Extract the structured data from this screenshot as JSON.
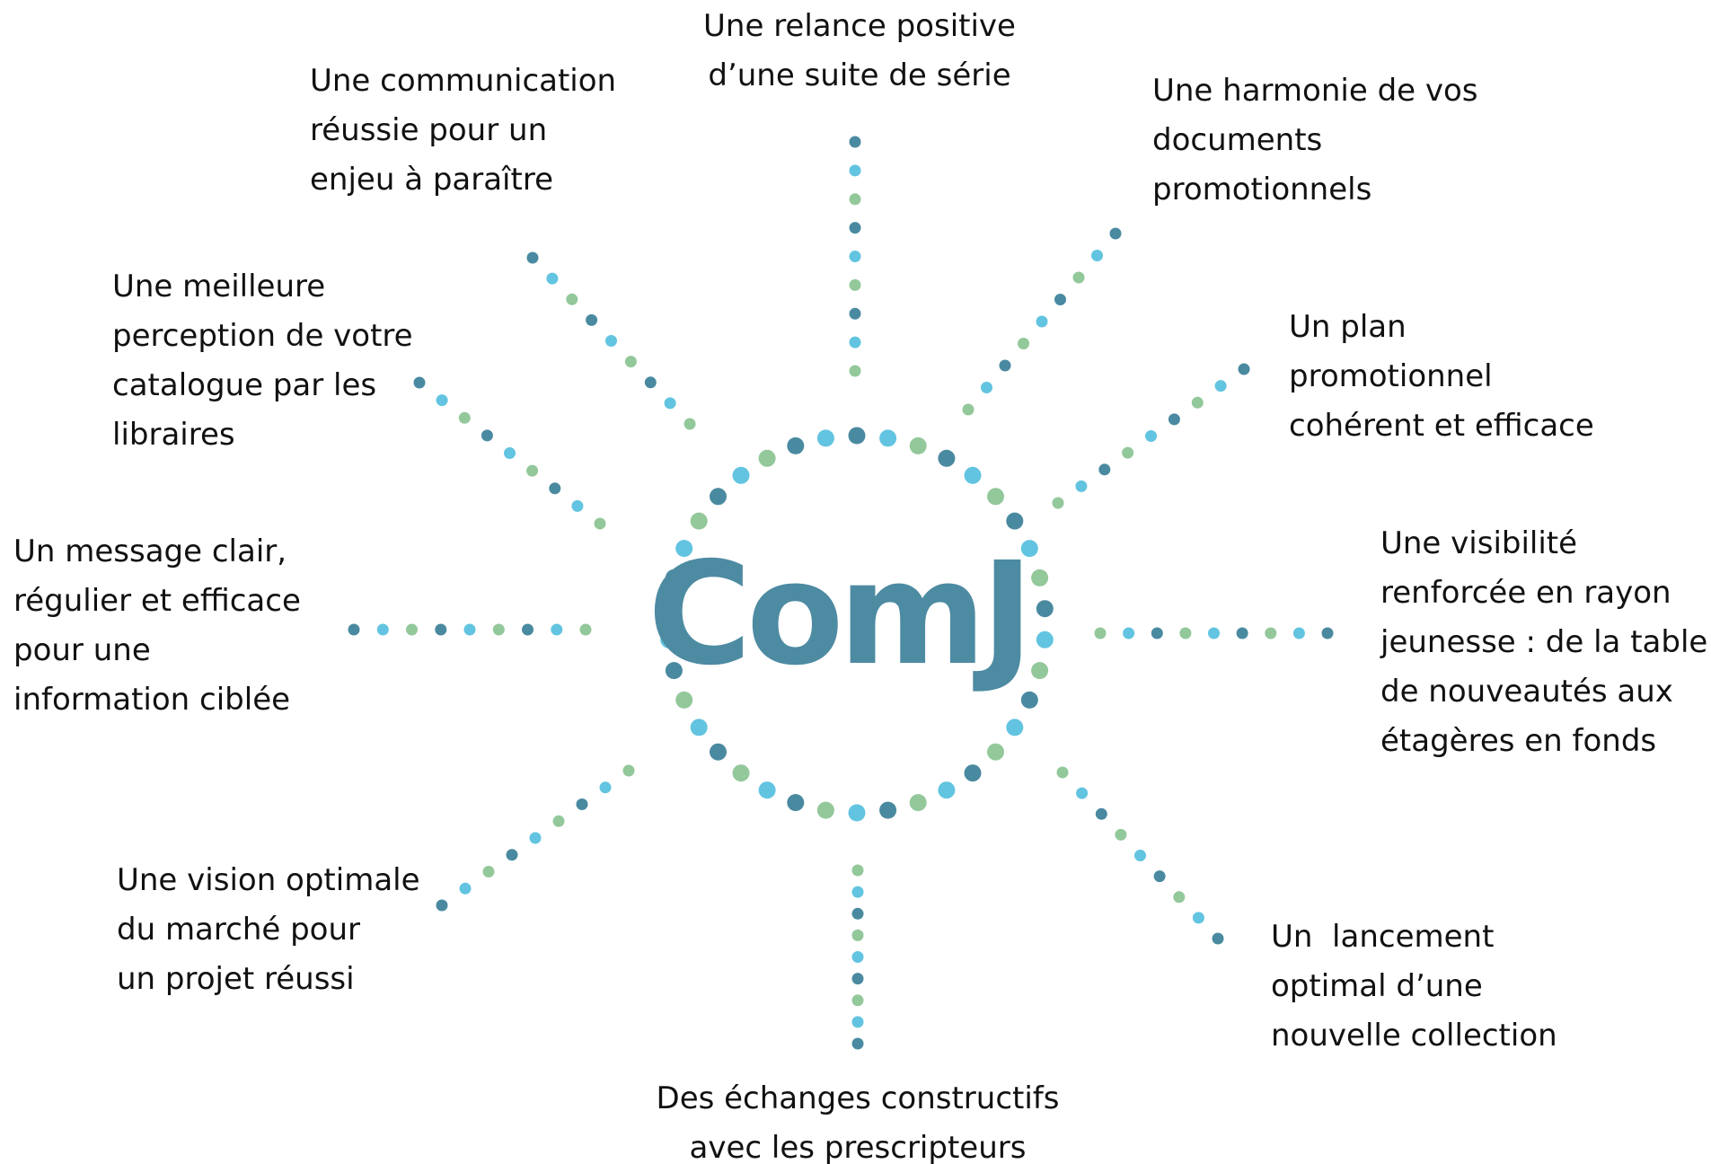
{
  "center_logo": "ComJ",
  "colors": {
    "dark_teal": "#4a8aa0",
    "sky_blue": "#62c4e0",
    "sage_green": "#93c89a",
    "logo": "#4d8ba2",
    "text": "#111111"
  },
  "labels": [
    {
      "id": "top",
      "text": "Une relance positive\nd’une suite de série"
    },
    {
      "id": "top-left",
      "text": "Une communication\nréussie pour un\nenjeu à paraître"
    },
    {
      "id": "top-right",
      "text": "Une harmonie de vos\ndocuments\npromotionnels"
    },
    {
      "id": "upper-left",
      "text": "Une meilleure\nperception de votre\ncatalogue par les\nlibraires"
    },
    {
      "id": "upper-right",
      "text": "Un plan\npromotionnel\ncohérent et efficace"
    },
    {
      "id": "left",
      "text": "Un message clair,\nrégulier et efficace\npour une\ninformation ciblée"
    },
    {
      "id": "right",
      "text": "Une visibilité\nrenforcée en rayon\njeunesse : de la table\nde nouveautés aux\nétagères en fonds"
    },
    {
      "id": "lower-left",
      "text": "Une vision optimale\ndu marché pour\nun projet réussi"
    },
    {
      "id": "lower-right",
      "text": "Un  lancement\noptimal d’une\nnouvelle collection"
    },
    {
      "id": "bottom",
      "text": "Des échanges constructifs\navec les prescripteurs"
    }
  ]
}
